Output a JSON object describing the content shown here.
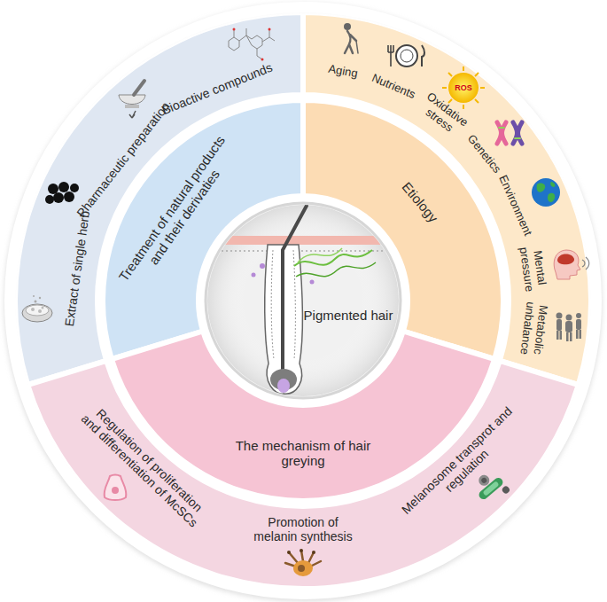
{
  "diagram": {
    "nodes": [
      {
        "text": [
          "Pigmented hair"
        ]
      },
      {
        "text": [
          "Treatment of natural products and their derivaties"
        ]
      },
      {
        "text": [
          "Etiology"
        ]
      },
      {
        "text": [
          "The mechanism of hair greying"
        ]
      },
      {
        "text": [
          "Extract of single herb",
          "Pharmaceutic preparation",
          "Bioactive compounds"
        ]
      },
      {
        "text": [
          "Aging",
          "Nutrients",
          "Oxidative stress",
          "Genetics",
          "Environment",
          "Mental pressure",
          "Metabolic unbalance"
        ]
      },
      {
        "text": [
          "Regulation of proliferation and differentiation of McSCs",
          "Promotion of melanin synthesis",
          "Melanosome transprot and regulation"
        ]
      }
    ],
    "labels": [
      "ROS"
    ]
  }
}
